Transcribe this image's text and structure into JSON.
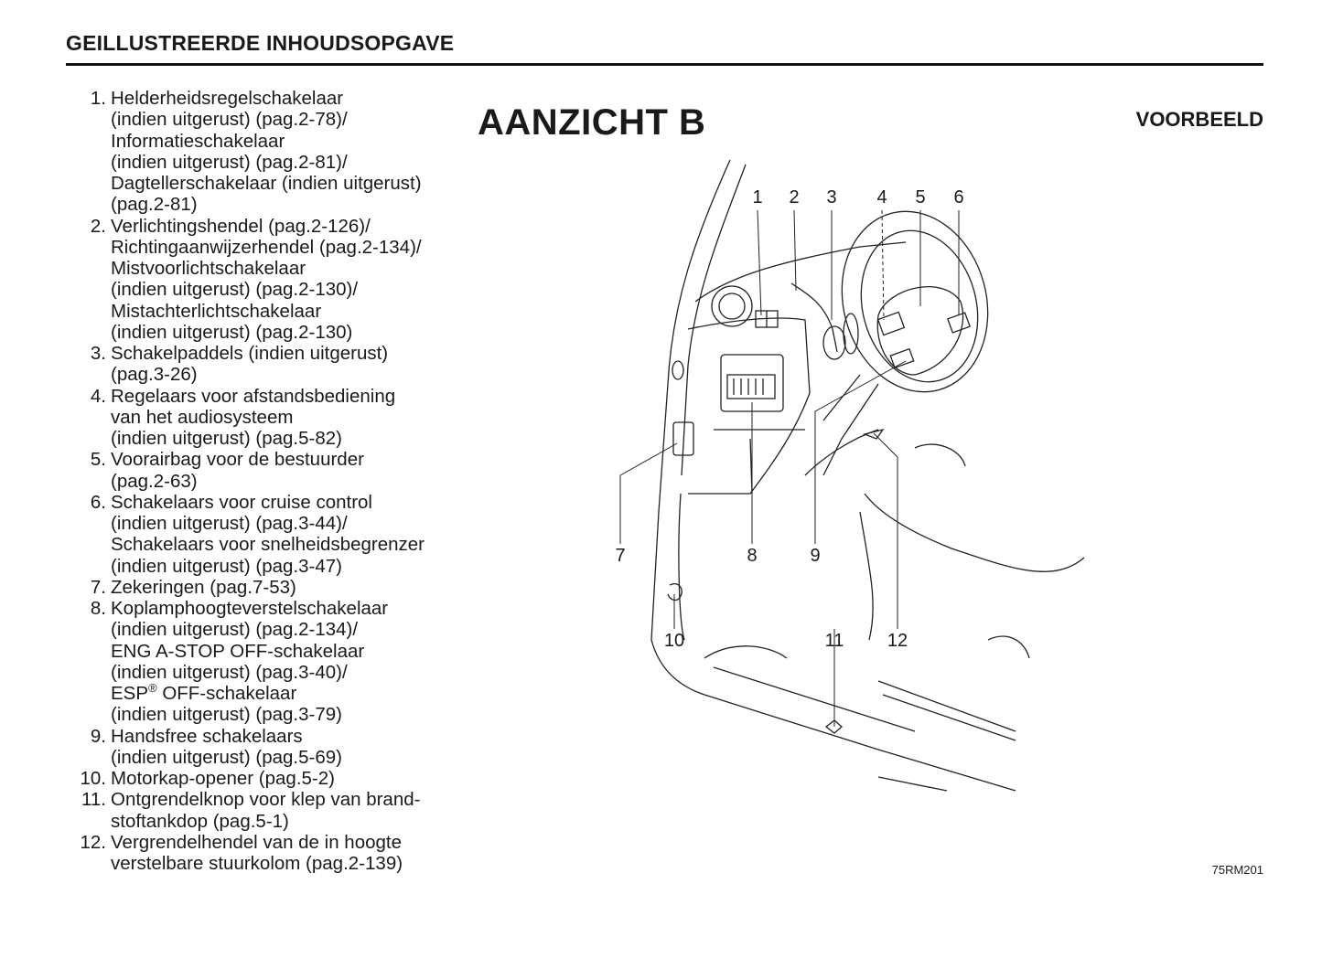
{
  "header": {
    "title": "GEILLUSTREERDE INHOUDSOPGAVE"
  },
  "view": {
    "title": "AANZICHT B",
    "example_label": "VOORBEELD",
    "figure_code": "75RM201"
  },
  "items": [
    {
      "num": "1.",
      "lines": [
        "Helderheidsregelschakelaar",
        "(indien uitgerust) (pag.2-78)/",
        "Informatieschakelaar",
        "(indien uitgerust) (pag.2-81)/",
        "Dagtellerschakelaar (indien uitgerust)",
        "(pag.2-81)"
      ]
    },
    {
      "num": "2.",
      "lines": [
        "Verlichtingshendel (pag.2-126)/",
        "Richtingaanwijzerhendel (pag.2-134)/",
        "Mistvoorlichtschakelaar",
        "(indien uitgerust) (pag.2-130)/",
        "Mistachterlichtschakelaar",
        "(indien uitgerust) (pag.2-130)"
      ]
    },
    {
      "num": "3.",
      "lines": [
        "Schakelpaddels (indien uitgerust)",
        "(pag.3-26)"
      ]
    },
    {
      "num": "4.",
      "lines": [
        "Regelaars voor afstandsbediening",
        "van het audiosysteem",
        "(indien uitgerust) (pag.5-82)"
      ]
    },
    {
      "num": "5.",
      "lines": [
        "Voorairbag voor de bestuurder",
        "(pag.2-63)"
      ]
    },
    {
      "num": "6.",
      "lines": [
        "Schakelaars voor cruise control",
        "(indien uitgerust) (pag.3-44)/",
        "Schakelaars voor snelheidsbegrenzer",
        "(indien uitgerust) (pag.3-47)"
      ]
    },
    {
      "num": "7.",
      "lines": [
        "Zekeringen (pag.7-53)"
      ]
    },
    {
      "num": "8.",
      "lines": [
        "Koplamphoogteverstelschakelaar",
        "(indien uitgerust) (pag.2-134)/",
        "ENG A-STOP OFF-schakelaar",
        "(indien uitgerust) (pag.3-40)/",
        "ESP® OFF-schakelaar",
        "(indien uitgerust) (pag.3-79)"
      ]
    },
    {
      "num": "9.",
      "lines": [
        "Handsfree schakelaars",
        "(indien uitgerust) (pag.5-69)"
      ]
    },
    {
      "num": "10.",
      "lines": [
        "Motorkap-opener (pag.5-2)"
      ]
    },
    {
      "num": "11.",
      "lines": [
        "Ontgrendelknop voor klep van brand-",
        "stoftankdop (pag.5-1)"
      ]
    },
    {
      "num": "12.",
      "lines": [
        "Vergrendelhendel van de in hoogte",
        "verstelbare stuurkolom (pag.2-139)"
      ]
    }
  ],
  "callouts": [
    "1",
    "2",
    "3",
    "4",
    "5",
    "6",
    "7",
    "8",
    "9",
    "10",
    "11",
    "12"
  ]
}
